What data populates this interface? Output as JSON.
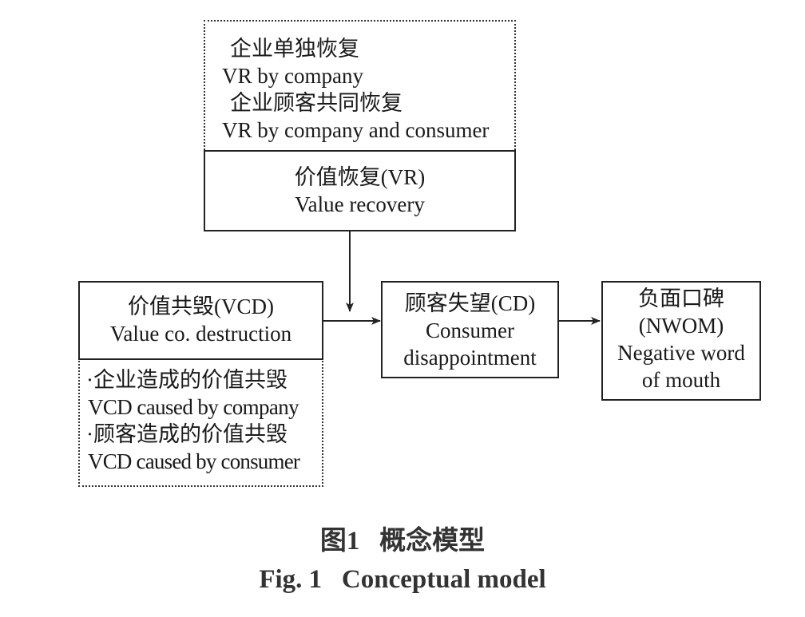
{
  "diagram": {
    "vr_methods": {
      "lines": [
        "企业单独恢复",
        "VR by company",
        "企业顾客共同恢复",
        "VR by company and consumer"
      ]
    },
    "value_recovery": {
      "title_cn": "价值恢复(VR)",
      "title_en": "Value recovery"
    },
    "value_co_destruction": {
      "title_cn": "价值共毁(VCD)",
      "title_en": "Value co. destruction"
    },
    "vcd_causes": {
      "lines": [
        "·企业造成的价值共毁",
        "VCD caused by company",
        "·顾客造成的价值共毁",
        "VCD caused by consumer"
      ]
    },
    "consumer_disappointment": {
      "lines": [
        "顾客失望(CD)",
        "Consumer",
        "disappointment"
      ]
    },
    "negative_wom": {
      "lines": [
        "负面口碑",
        "(NWOM)",
        "Negative word",
        "of mouth"
      ]
    }
  },
  "caption": {
    "cn": "图1   概念模型",
    "en": "Fig. 1   Conceptual model"
  }
}
